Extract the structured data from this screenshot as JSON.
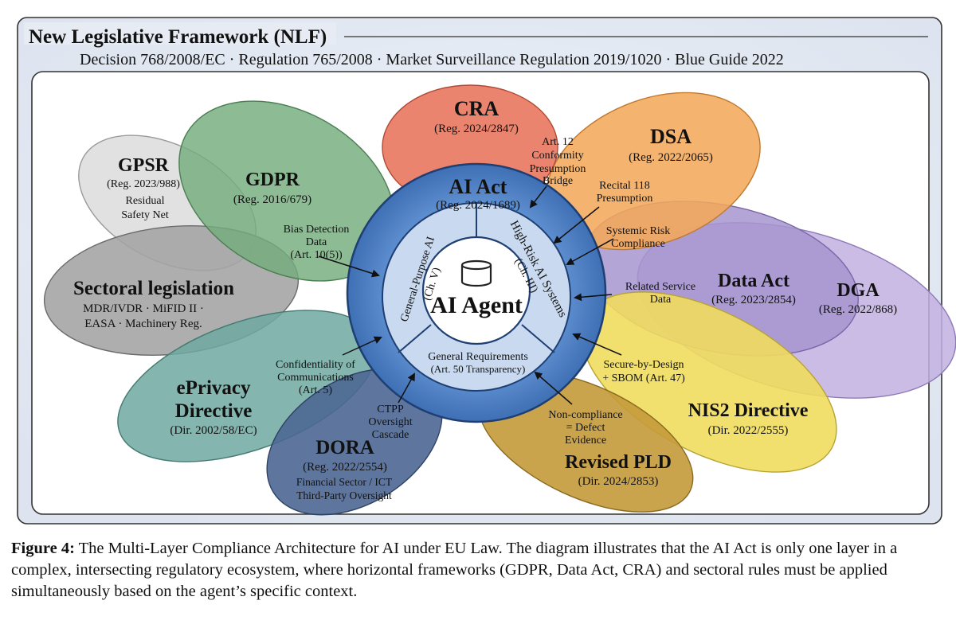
{
  "framework": {
    "title": "New Legislative Framework (NLF)",
    "subtitle": "Decision 768/2008/EC · Regulation 765/2008 · Market Surveillance Regulation 2019/1020 · Blue Guide 2022"
  },
  "petals": {
    "cra": {
      "name": "CRA",
      "ref": "(Reg. 2024/2847)",
      "color": "#e8735a"
    },
    "dsa": {
      "name": "DSA",
      "ref": "(Reg. 2022/2065)",
      "color": "#f2a95a"
    },
    "gpsr": {
      "name": "GPSR",
      "ref": "(Reg. 2023/988)",
      "note_1": "Residual",
      "note_2": "Safety Net",
      "color": "#dedede"
    },
    "gdpr": {
      "name": "GDPR",
      "ref": "(Reg. 2016/679)",
      "color": "#74ac7c"
    },
    "sectoral": {
      "name": "Sectoral legislation",
      "line_1": "MDR/IVDR · MiFID II ·",
      "line_2": "EASA · Machinery Reg.",
      "color": "#a3a3a3"
    },
    "eprivacy": {
      "name_1": "ePrivacy",
      "name_2": "Directive",
      "ref": "(Dir. 2002/58/EC)",
      "color": "#6fa8a0"
    },
    "dora": {
      "name": "DORA",
      "ref": "(Reg. 2022/2554)",
      "line_1": "Financial Sector / ICT",
      "line_2": "Third-Party Oversight",
      "color": "#4d6794"
    },
    "data_act": {
      "name": "Data Act",
      "ref": "(Reg. 2023/2854)",
      "color": "#a695cf"
    },
    "dga": {
      "name": "DGA",
      "ref": "(Reg. 2022/868)",
      "color": "#c2b0e0"
    },
    "nis2": {
      "name": "NIS2 Directive",
      "ref": "(Dir. 2022/2555)",
      "color": "#f0dc5e"
    },
    "pld": {
      "name": "Revised PLD",
      "ref": "(Dir. 2024/2853)",
      "color": "#c49a3a"
    }
  },
  "core": {
    "ai_act_title": "AI Act",
    "ai_act_ref": "(Reg. 2024/1689)",
    "gpai_1": "General-Purpose AI",
    "gpai_2": "(Ch. V)",
    "hrai_1": "High-Risk AI Systems",
    "hrai_2": "(Ch. III)",
    "general_req_1": "General Requirements",
    "general_req_2": "(Art. 50 Transparency)",
    "agent_label": "AI Agent"
  },
  "connections": {
    "cra_bridge": [
      "Art. 12",
      "Conformity",
      "Presumption",
      "Bridge"
    ],
    "dsa_presumption": [
      "Recital 118",
      "Presumption"
    ],
    "systemic_risk": [
      "Systemic Risk",
      "Compliance"
    ],
    "related_service": [
      "Related Service",
      "Data"
    ],
    "secure_by_design": [
      "Secure-by-Design",
      "+ SBOM (Art. 47)"
    ],
    "non_compliance": [
      "Non-compliance",
      "= Defect",
      "Evidence"
    ],
    "ctpp": [
      "CTPP",
      "Oversight",
      "Cascade"
    ],
    "confidentiality": [
      "Confidentiality of",
      "Communications",
      "(Art. 5)"
    ],
    "bias_detection": [
      "Bias Detection",
      "Data",
      "(Art. 10(5))"
    ]
  },
  "caption": {
    "label": "Figure 4:",
    "text": " The Multi-Layer Compliance Architecture for AI under EU Law. The diagram illustrates that the AI Act is only one layer in a complex, intersecting regulatory ecosystem, where horizontal frameworks (GDPR, Data Act, CRA) and sectoral rules must be applied simultaneously based on the agent’s specific context."
  }
}
